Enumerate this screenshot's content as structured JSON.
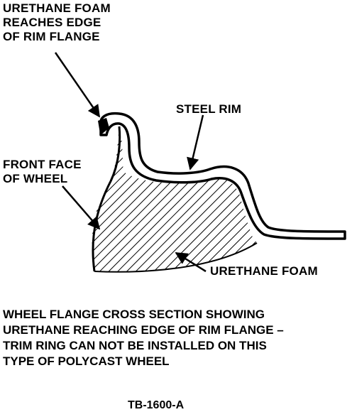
{
  "callouts": {
    "foam_edge": [
      "URETHANE FOAM",
      "REACHES EDGE",
      "OF RIM FLANGE"
    ],
    "steel_rim": "STEEL RIM",
    "front_face": [
      "FRONT FACE",
      "OF WHEEL"
    ],
    "urethane_foam": "URETHANE FOAM"
  },
  "caption": [
    "WHEEL FLANGE CROSS SECTION SHOWING",
    "URETHANE REACHING EDGE OF RIM FLANGE –",
    "TRIM RING CAN NOT BE INSTALLED ON THIS",
    "TYPE OF POLYCAST WHEEL"
  ],
  "figure_id": "TB-1600-A"
}
